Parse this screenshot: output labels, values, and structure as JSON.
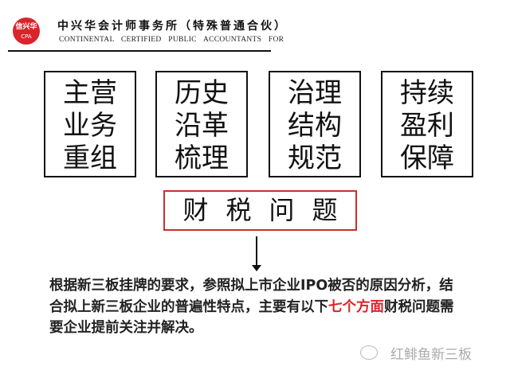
{
  "header": {
    "logo_text": "信兴华",
    "logo_sub": "CPA",
    "firm_name_cn": "中兴华会计师事务所（特殊普通合伙）",
    "firm_name_en": "CONTINENTAL CERTIFIED PUBLIC ACCOUNTANTS FOR"
  },
  "boxes": [
    {
      "lines": [
        "主营",
        "业务",
        "重组"
      ]
    },
    {
      "lines": [
        "历史",
        "沿革",
        "梳理"
      ]
    },
    {
      "lines": [
        "治理",
        "结构",
        "规范"
      ]
    },
    {
      "lines": [
        "持续",
        "盈利",
        "保障"
      ]
    }
  ],
  "center_box": "财税问题",
  "paragraph": {
    "part1": "根据新三板挂牌的要求，参照拟上市企业IPO被否的原因分析，结合拟上新三板企业的普遍性特点，主要有以下",
    "highlight": "七个方面",
    "part2": "财税问题需要企业提前关注并解决。"
  },
  "watermark": "红鲱鱼新三板",
  "colors": {
    "accent_red": "#d9252a"
  }
}
